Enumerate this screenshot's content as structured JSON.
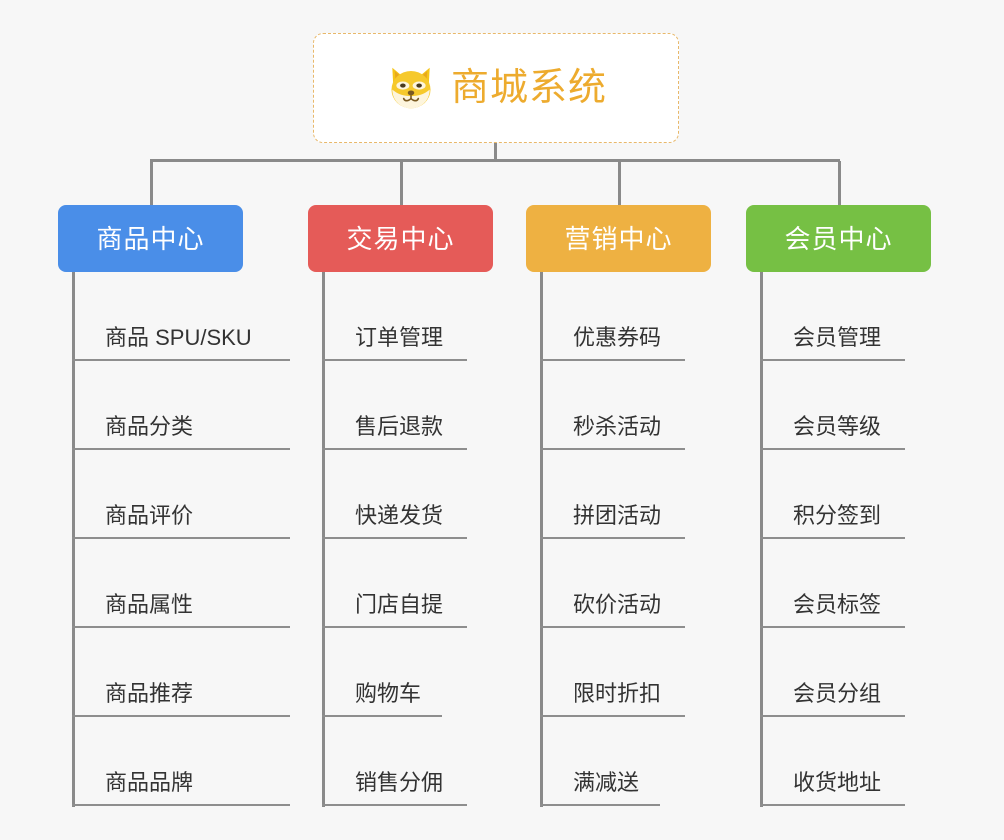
{
  "theme": {
    "background": "#f7f7f7",
    "connector": "#8a8a8a",
    "rule": "#8e8e8e",
    "leaf_text": "#333333",
    "root_border": "#e8b86a",
    "root_text": "#edab2e",
    "root_background": "#ffffff"
  },
  "root": {
    "icon": "shiba-dog-icon",
    "title": "商城系统"
  },
  "categories": [
    {
      "label": "商品中心",
      "color": "#4a8ee8",
      "items": [
        "商品 SPU/SKU",
        "商品分类",
        "商品评价",
        "商品属性",
        "商品推荐",
        "商品品牌"
      ]
    },
    {
      "label": "交易中心",
      "color": "#e55b58",
      "items": [
        "订单管理",
        "售后退款",
        "快递发货",
        "门店自提",
        "购物车",
        "销售分佣"
      ]
    },
    {
      "label": "营销中心",
      "color": "#eeb142",
      "items": [
        "优惠券码",
        "秒杀活动",
        "拼团活动",
        "砍价活动",
        "限时折扣",
        "满减送"
      ]
    },
    {
      "label": "会员中心",
      "color": "#76c044",
      "items": [
        "会员管理",
        "会员等级",
        "积分签到",
        "会员标签",
        "会员分组",
        "收货地址"
      ]
    }
  ]
}
